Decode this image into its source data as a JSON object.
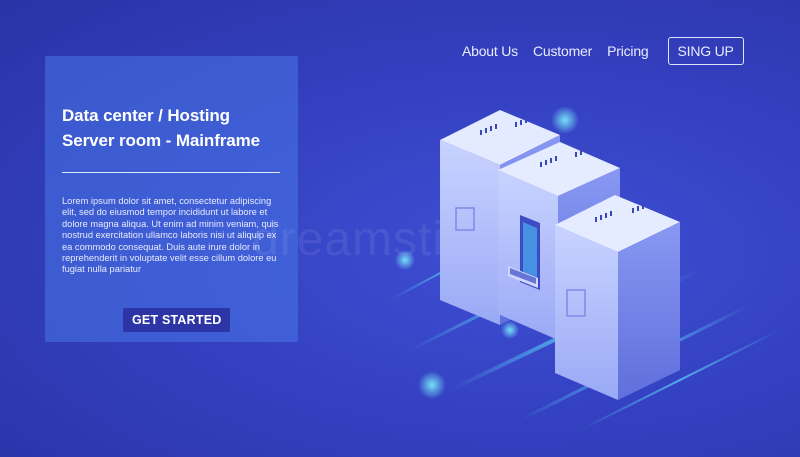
{
  "nav": {
    "items": [
      {
        "label": "About Us"
      },
      {
        "label": "Customer"
      },
      {
        "label": "Pricing"
      }
    ],
    "signup_label": "SING UP"
  },
  "hero": {
    "title_line1": "Data center / Hosting",
    "title_line2": "Server room - Mainframe",
    "body": "Lorem ipsum dolor sit amet, consectetur adipiscing elit, sed do eiusmod tempor incididunt ut labore et dolore magna aliqua. Ut enim ad minim veniam, quis nostrud exercitation ullamco laboris nisi ut aliquip ex ea commodo consequat. Duis aute irure dolor in reprehenderit in voluptate velit esse cillum dolore eu fugiat nulla pariatur",
    "cta_label": "GET STARTED"
  },
  "illustration": {
    "name": "server-racks-illustration"
  },
  "colors": {
    "background": "#3441c2",
    "panel": "#4876e6",
    "cta": "#2d35a6",
    "rack_light": "#dfe6ff",
    "rack_side": "#7e8ff0",
    "glow": "#5fe3ff"
  },
  "watermark": "dreamstime"
}
